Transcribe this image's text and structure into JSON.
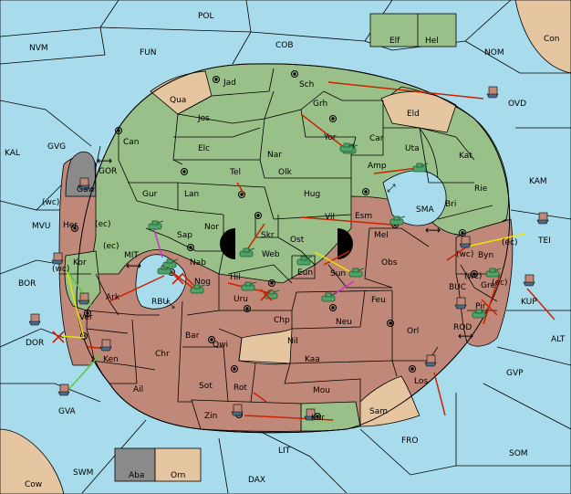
{
  "colors": {
    "sea": "#a8dcec",
    "neutral": "#e6c6a0",
    "green_power": "#98c088",
    "red_power": "#c08878",
    "grey_power": "#8a8a8a",
    "army": "#4fa36a",
    "fleet": "#4a6b8a",
    "move_red": "#cc2200",
    "support_yellow": "#e6e600",
    "convoy_magenta": "#cc33cc",
    "support_green": "#55cc33"
  },
  "provinces": {
    "POL": "POL",
    "COB": "COB",
    "FUN": "FUN",
    "NVM": "NVM",
    "NOM": "NOM",
    "Con": "Con",
    "Elf": "Elf",
    "Hel": "Hel",
    "Jad": "Jad",
    "Sch": "Sch",
    "Qua": "Qua",
    "OVD": "OVD",
    "Jos": "Jos",
    "Grh": "Grh",
    "Eld": "Eld",
    "Can": "Can",
    "Yor": "Yor",
    "Car": "Car",
    "KAL": "KAL",
    "GVG": "GVG",
    "Elc": "Elc",
    "Nar": "Nar",
    "Uta": "Uta",
    "Kat": "Kat",
    "GOR": "GOR",
    "Amp": "Amp",
    "Tel": "Tel",
    "Olk": "Olk",
    "KAM": "KAM",
    "Gaw": "Gaw",
    "Gur": "Gur",
    "Lan": "Lan",
    "Hug": "Hug",
    "Rie": "Rie",
    "Bri": "Bri",
    "Vil": "Vil",
    "Esm": "Esm",
    "SMA": "SMA",
    "MVU": "MVU",
    "Her": "Her",
    "Nor": "Nor",
    "Sap": "Sap",
    "Skr": "Skr",
    "Mel": "Mel",
    "TEI": "TEI",
    "Web": "Web",
    "Ost": "Ost",
    "Byn": "Byn",
    "MIT": "MIT",
    "Kor": "Kor",
    "Nab": "Nab",
    "Eun": "Eun",
    "Obs": "Obs",
    "BOR": "BOR",
    "Hil": "Hil",
    "Sun": "Sun",
    "Gre": "Gre",
    "KUP": "KUP",
    "Ark": "Ark",
    "RBU": "RBU",
    "Nog": "Nog",
    "Uru": "Uru",
    "Feu": "Feu",
    "BUC": "BUC",
    "Pir": "Pir",
    "Chp": "Chp",
    "Neu": "Neu",
    "ROD": "ROD",
    "Ver": "Ver",
    "ALT": "ALT",
    "DOR": "DOR",
    "Bar": "Bar",
    "Qwi": "Qwi",
    "Nil": "Nil",
    "Orl": "Orl",
    "Ken": "Ken",
    "Chr": "Chr",
    "Kaa": "Kaa",
    "GVP": "GVP",
    "Sot": "Sot",
    "Rot": "Rot",
    "Ail": "Ail",
    "Los": "Los",
    "Mou": "Mou",
    "GVA": "GVA",
    "TEI2": "TEI",
    "Zin": "Zin",
    "Kar": "Kar",
    "Sam": "Sam",
    "FRO": "FRO",
    "LIT": "LIT",
    "SOM": "SOM",
    "SWM": "SWM",
    "Aba": "Aba",
    "Orn": "Orn",
    "Cow": "Cow",
    "DAX": "DAX"
  },
  "coast_labels": {
    "wc1": "(wc)",
    "ec1": "(ec)",
    "ec2": "(ec)",
    "wc2": "(wc)",
    "ec3": "(ec)",
    "wc3": "(wc)",
    "ec4": "(ec)",
    "wc4": "(wc)",
    "ec5": "(ec)"
  },
  "icons": {
    "army": "tank-icon",
    "fleet": "ship-icon",
    "supply": "supply-center-icon",
    "passage": "double-arrow-icon"
  }
}
